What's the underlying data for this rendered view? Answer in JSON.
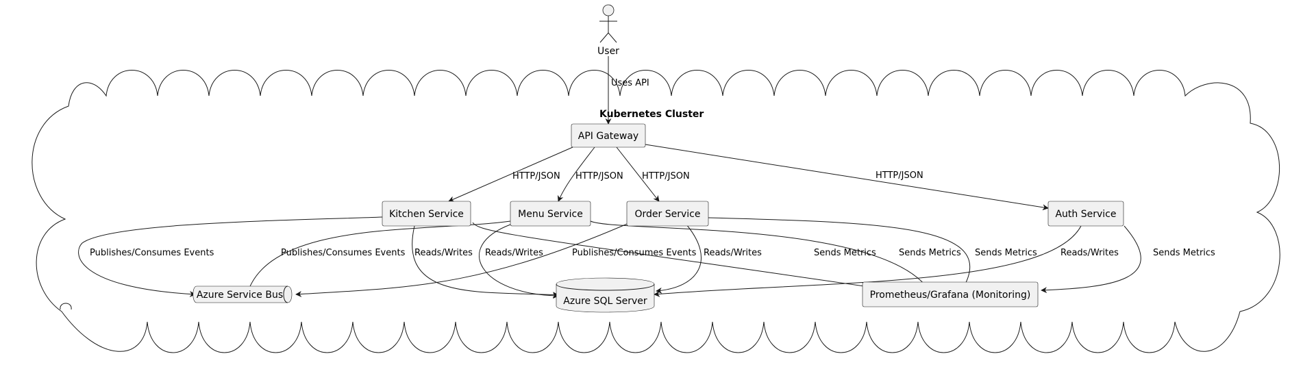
{
  "cluster": {
    "title": "Kubernetes Cluster"
  },
  "actor": {
    "label": "User"
  },
  "nodes": {
    "api_gateway": "API Gateway",
    "kitchen_service": "Kitchen Service",
    "menu_service": "Menu Service",
    "order_service": "Order Service",
    "auth_service": "Auth Service",
    "service_bus": "Azure Service Bus",
    "sql_server": "Azure SQL Server",
    "monitoring": "Prometheus/Grafana (Monitoring)"
  },
  "edges": {
    "user_to_gateway": "Uses API",
    "gateway_to_kitchen": "HTTP/JSON",
    "gateway_to_menu": "HTTP/JSON",
    "gateway_to_order": "HTTP/JSON",
    "gateway_to_auth": "HTTP/JSON",
    "kitchen_to_bus": "Publishes/Consumes Events",
    "kitchen_to_sql": "Reads/Writes",
    "kitchen_to_monitoring": "Sends Metrics",
    "menu_to_bus": "Publishes/Consumes Events",
    "menu_to_sql": "Reads/Writes",
    "menu_to_monitoring": "Sends Metrics",
    "order_to_bus": "Publishes/Consumes Events",
    "order_to_sql": "Reads/Writes",
    "order_to_monitoring": "Sends Metrics",
    "auth_to_sql": "Reads/Writes",
    "auth_to_monitoring": "Sends Metrics"
  }
}
